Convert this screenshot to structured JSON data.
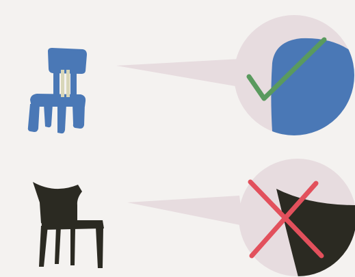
{
  "colors": {
    "background": "#f4f2f0",
    "bubble": "#e7dcdf",
    "good_chair": "#4a78b6",
    "good_chair_highlight": "#d8d6b8",
    "good_edge": "#4a78b6",
    "check_mark": "#5a9a5e",
    "bad_chair": "#2b2a22",
    "bad_edge": "#2b2a22",
    "cross_mark": "#e2505c"
  },
  "rows": [
    {
      "chair": "rounded-edge-chair-icon",
      "zoom": "rounded-edge-zoom",
      "mark": "check-mark-icon",
      "verdict": "correct"
    },
    {
      "chair": "sharp-edge-chair-icon",
      "zoom": "sharp-edge-zoom",
      "mark": "cross-mark-icon",
      "verdict": "incorrect"
    }
  ]
}
